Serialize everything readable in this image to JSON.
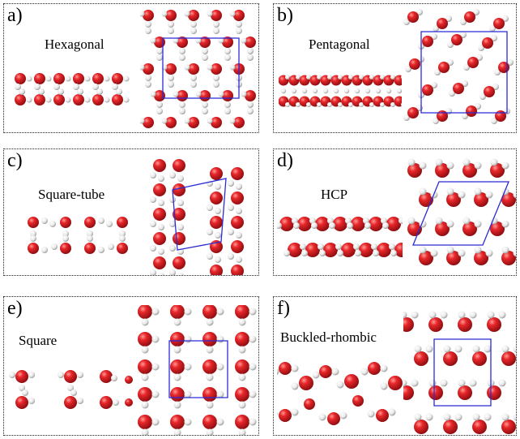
{
  "panels": [
    {
      "letter": "a)",
      "name": "Hexagonal"
    },
    {
      "letter": "b)",
      "name": "Pentagonal"
    },
    {
      "letter": "c)",
      "name": "Square-tube"
    },
    {
      "letter": "d)",
      "name": "HCP"
    },
    {
      "letter": "e)",
      "name": "Square"
    },
    {
      "letter": "f)",
      "name": "Buckled-rhombic"
    }
  ],
  "colors": {
    "oxygen": "#e8262a",
    "hydrogen": "#ffffff",
    "cell_outline": "#2b2bd6",
    "border": "#222222"
  }
}
